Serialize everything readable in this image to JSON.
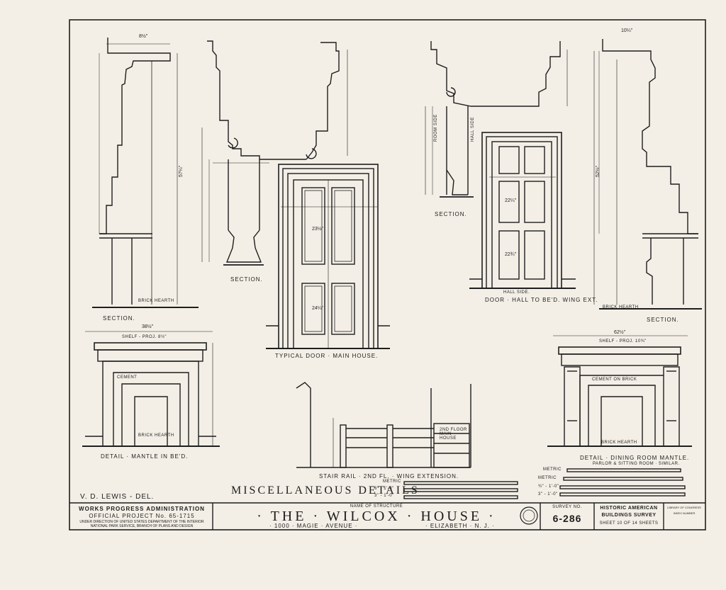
{
  "drawing": {
    "sheet_title": "MISCELLANEOUS DETAILS",
    "drawn_by": "V. D. LEWIS - DEL.",
    "views": {
      "mantle_section": "SECTION.",
      "door_main_section": "SECTION.",
      "typical_door": "TYPICAL DOOR · MAIN HOUSE.",
      "wing_section": "SECTION.",
      "hall_side": "HALL SIDE.",
      "door_hall_wing": "DOOR · HALL TO BE'D. WING EXT.",
      "right_section": "SECTION.",
      "mantle_bed": "DETAIL · MANTLE IN BE'D.",
      "stair_rail": "STAIR RAIL · 2ND FL. · WING EXTENSION.",
      "dining_mantle": "DETAIL · DINING ROOM MANTLE.",
      "dining_note": "PARLOR & SITTING ROOM · SIMILAR."
    },
    "notes": {
      "brick_hearth_left": "BRICK HEARTH",
      "brick_hearth_right": "BRICK HEARTH",
      "cement": "CEMENT",
      "brick_hearth_mantle": "BRICK HEARTH",
      "shelf_left": "SHELF - PROJ. 8½\"",
      "shelf_right": "SHELF - PROJ. 10¾\"",
      "cement_brick": "CEMENT ON BRICK",
      "brick_hearth_dining": "BRICK HEARTH",
      "second_floor": "2ND FLOOR MAIN HOUSE",
      "room_side": "ROOM SIDE",
      "hall_side_v": "HALL SIDE"
    },
    "dims": {
      "d_top_left": "8½\"",
      "d_top_right": "10¼\"",
      "d_mantle_w": "38½\"",
      "d_dining_w": "62½\"",
      "d_left_h": "57¼\"",
      "d_right_h": "52½\"",
      "d_door_a": "23½\"",
      "d_door_b": "24¼\"",
      "d_door2_a": "22¼\"",
      "d_door2_b": "22¾\""
    },
    "scales": {
      "metric": "METRIC",
      "imperial_rows": [
        "6\" - 1'-0\"",
        "¾\" - 1'-0\"",
        "3\" - 1'-0\""
      ]
    }
  },
  "title_block": {
    "wpa": "WORKS PROGRESS ADMINISTRATION",
    "project": "OFFICIAL PROJECT No. 65-1715",
    "dept_line1": "UNDER DIRECTION OF UNITED STATES DEPARTMENT OF THE INTERIOR",
    "dept_line2": "NATIONAL PARK SERVICE, BRANCH OF PLANS AND DESIGN",
    "name_label": "NAME OF STRUCTURE",
    "house_name": "· THE · WILCOX · HOUSE ·",
    "address": "· 1000 · MAGIE · AVENUE ·",
    "city": "· ELIZABETH · N. J. ·",
    "survey_label": "SURVEY NO.",
    "survey_no": "6-286",
    "habs_line1": "HISTORIC AMERICAN",
    "habs_line2": "BUILDINGS SURVEY",
    "sheet_of": "SHEET 10 OF 14 SHEETS",
    "loc_line1": "LIBRARY OF CONGRESS",
    "loc_line2": "INDEX NUMBER"
  }
}
